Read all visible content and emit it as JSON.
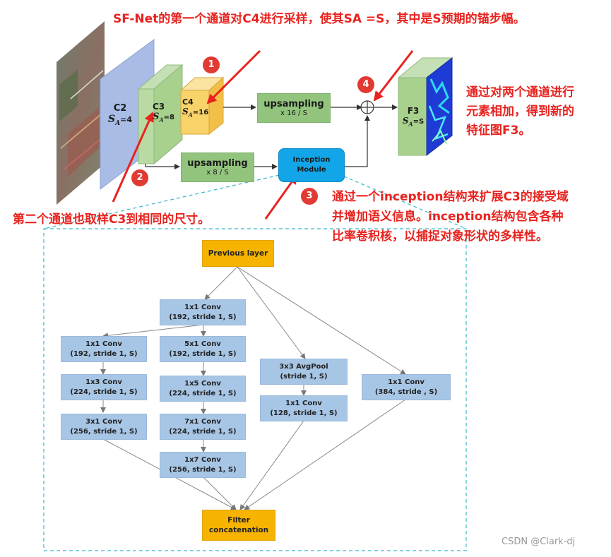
{
  "annotations": {
    "top": "SF-Net的第一个通道对C4进行采样，使其SA =S，其中是S预期的锚步幅。",
    "right_1": "通过对两个通道进行",
    "right_2": "元素相加，得到新的",
    "right_3": "特征图F3。",
    "left": "第二个通道也取样C3到相同的尺寸。",
    "inception_1": "通过一个inception结构来扩展C3的接受域",
    "inception_2": "并增加语义信息。inception结构包含各种",
    "inception_3": "比率卷积核，以捕捉对象形状的多样性。"
  },
  "badges": [
    "1",
    "2",
    "3",
    "4"
  ],
  "pipeline": {
    "c2": {
      "name": "C2",
      "sa_label": "S",
      "sa_sub": "A",
      "sa_val": "=4"
    },
    "c3": {
      "name": "C3",
      "sa_label": "S",
      "sa_sub": "A",
      "sa_val": "=8"
    },
    "c4": {
      "name": "C4",
      "sa_label": "S",
      "sa_sub": "A",
      "sa_val": "=16"
    },
    "upsample_top": {
      "title": "upsampling",
      "sub": "x 16 / S"
    },
    "upsample_bottom": {
      "title": "upsampling",
      "sub": "x 8 / S"
    },
    "inception": {
      "line1": "Inception",
      "line2": "Module"
    },
    "f3": {
      "name": "F3",
      "sa_label": "S",
      "sa_sub": "A",
      "sa_val": "=S"
    }
  },
  "inception_detail": {
    "previous": "Previous layer",
    "filter_1": "Filter",
    "filter_2": "concatenation",
    "col1": [
      {
        "a": "1x1 Conv",
        "b": "(192, stride 1, S)"
      },
      {
        "a": "1x3 Conv",
        "b": "(224, stride 1, S)"
      },
      {
        "a": "3x1 Conv",
        "b": "(256, stride 1, S)"
      }
    ],
    "col2": [
      {
        "a": "1x1 Conv",
        "b": "(192, stride 1, S)"
      },
      {
        "a": "5x1 Conv",
        "b": "(192, stride 1, S)"
      },
      {
        "a": "1x5 Conv",
        "b": "(224, stride 1, S)"
      },
      {
        "a": "7x1 Conv",
        "b": "(224, stride 1, S)"
      },
      {
        "a": "1x7 Conv",
        "b": "(256, stride 1, S)"
      }
    ],
    "col3": [
      {
        "a": "3x3 AvgPool",
        "b": "(stride 1, S)"
      },
      {
        "a": "1x1 Conv",
        "b": "(128, stride 1, S)"
      }
    ],
    "col4": [
      {
        "a": "1x1 Conv",
        "b": "(384, stride , S)"
      }
    ]
  },
  "watermark": "CSDN @Clark-dj",
  "colors": {
    "annotation": "#e8231f",
    "conv": "#a7c6e6",
    "orange": "#f6b400",
    "green": "#92c47d",
    "c2": "#a9bce6",
    "c4": "#f8d36a",
    "inception": "#12a6e8"
  }
}
